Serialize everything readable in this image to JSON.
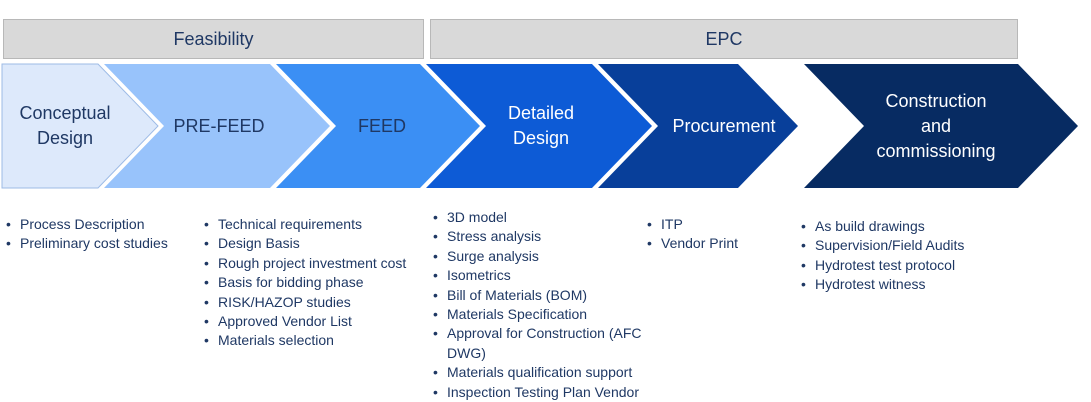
{
  "phases": {
    "feasibility": "Feasibility",
    "epc": "EPC"
  },
  "stages": [
    {
      "label": "Conceptual\nDesign",
      "color": "#dde9fb"
    },
    {
      "label": "PRE-FEED",
      "color": "#98c3fb"
    },
    {
      "label": "FEED",
      "color": "#3b8ff4"
    },
    {
      "label": "Detailed\nDesign",
      "color": "#0d5bd6"
    },
    {
      "label": "Procurement",
      "color": "#083f9a"
    },
    {
      "label": "Construction\nand\ncommissioning",
      "color": "#072b62"
    }
  ],
  "lists": {
    "conceptual": [
      "Process Description",
      "Preliminary cost studies"
    ],
    "prefeed": [
      "Technical requirements",
      "Design Basis",
      "Rough project investment cost",
      "Basis for bidding phase",
      "RISK/HAZOP studies",
      "Approved Vendor List",
      "Materials selection"
    ],
    "detailed": [
      "3D model",
      "Stress analysis",
      "Surge analysis",
      "Isometrics",
      "Bill of Materials (BOM)",
      "Materials Specification",
      "Approval for Construction (AFC DWG)",
      "Materials qualification support",
      "Inspection Testing Plan Vendor"
    ],
    "procurement": [
      "ITP",
      "Vendor Print"
    ],
    "construction": [
      "As build drawings",
      "Supervision/Field Audits",
      "Hydrotest test protocol",
      "Hydrotest witness"
    ]
  }
}
